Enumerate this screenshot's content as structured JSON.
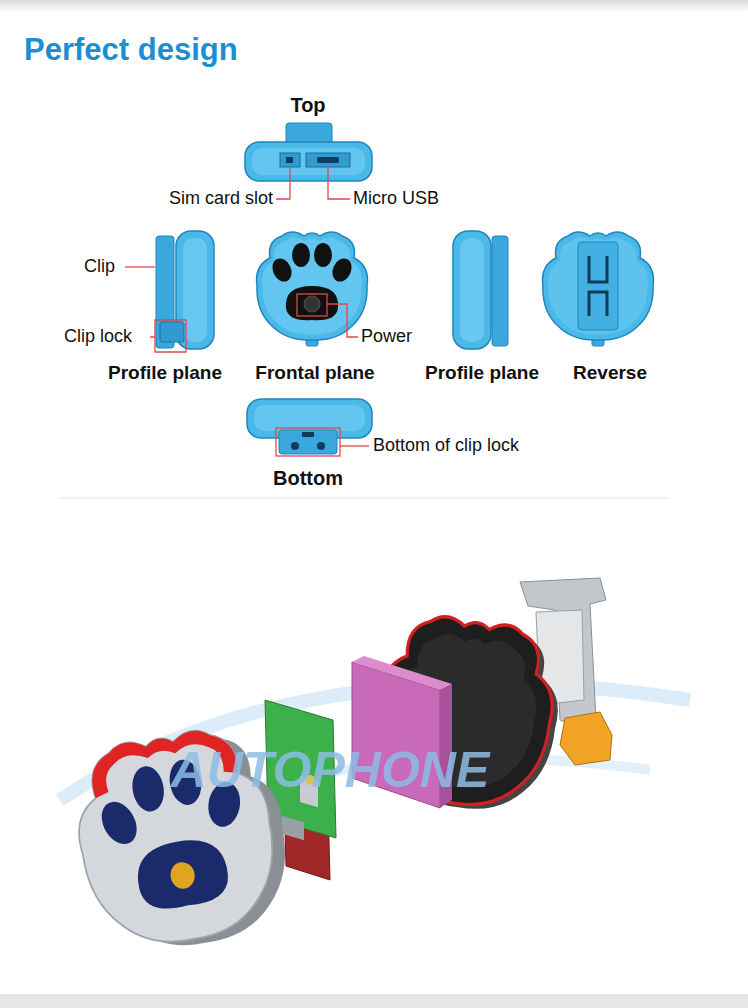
{
  "diagram": {
    "title": "Perfect design",
    "labels": [
      "Top",
      "Sim card slot",
      "Micro USB",
      "Clip",
      "Clip lock",
      "Power",
      "Profile plane",
      "Frontal plane",
      "Profile plane",
      "Reverse",
      "Bottom of clip lock",
      "Bottom",
      "AUTOPHONE"
    ]
  }
}
